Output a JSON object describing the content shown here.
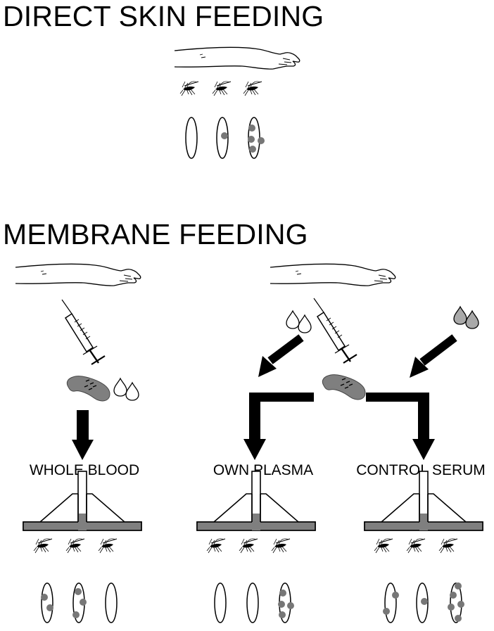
{
  "titles": {
    "direct": "DIRECT  SKIN FEEDING",
    "membrane": "MEMBRANE FEEDING"
  },
  "feeders": [
    {
      "label": "WHOLE BLOOD"
    },
    {
      "label": "OWN PLASMA"
    },
    {
      "label": "CONTROL SERUM"
    }
  ],
  "colors": {
    "line": "#000000",
    "fill_gray": "#7f7f7f",
    "dot_gray": "#777777",
    "drop_gray": "#a9a9a9"
  }
}
